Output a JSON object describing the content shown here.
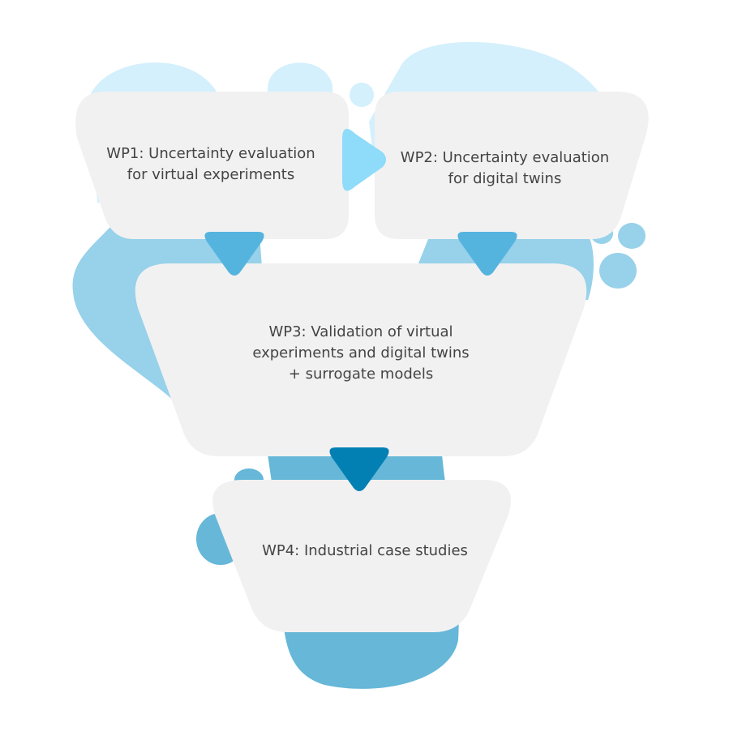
{
  "colors": {
    "light_blob": "#d4f0fc",
    "mid_blob": "#97d1ea",
    "dark_blob": "#66b7d8",
    "box": "#f1f1f1",
    "arrow_light": "#8edbfa",
    "arrow_mid": "#55b4de",
    "arrow_dark": "#0380b3",
    "text": "#444444"
  },
  "boxes": [
    {
      "id": "wp1",
      "label": "WP1: Uncertainty evaluation\nfor virtual experiments"
    },
    {
      "id": "wp2",
      "label": "WP2: Uncertainty evaluation\nfor digital twins"
    },
    {
      "id": "wp3",
      "label": "WP3: Validation of virtual\nexperiments and digital twins\n+ surrogate models"
    },
    {
      "id": "wp4",
      "label": "WP4:  Industrial case studies"
    }
  ]
}
